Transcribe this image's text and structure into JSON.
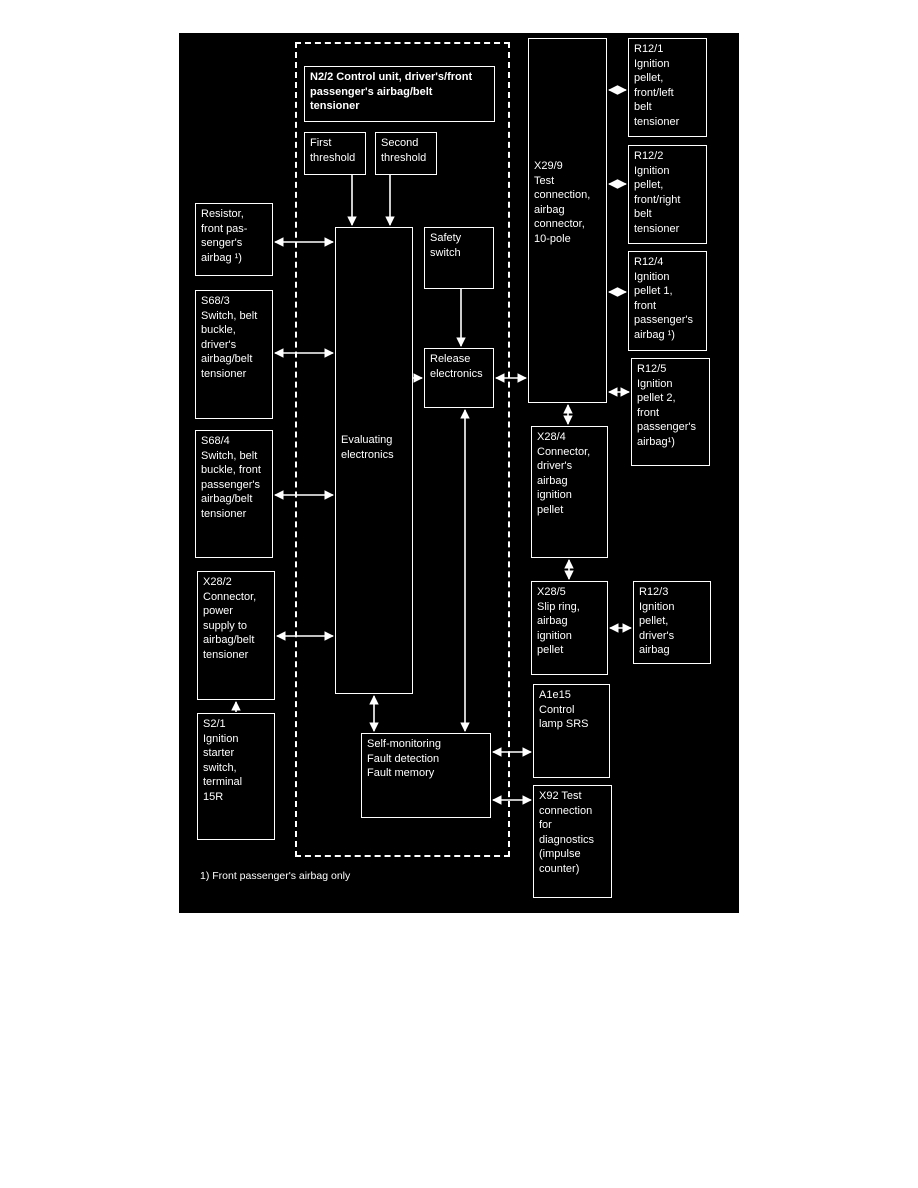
{
  "diagram": {
    "control_unit_title": "N2/2 Control unit, driver's/front\npassenger's airbag/belt\ntensioner",
    "first_threshold": "First\nthreshold",
    "second_threshold": "Second\nthreshold",
    "evaluating_electronics": "Evaluating\nelectronics",
    "safety_switch": "Safety\nswitch",
    "release_electronics": "Release\nelectronics",
    "self_monitoring": "Self-monitoring\nFault detection\nFault memory",
    "left_components": [
      "Resistor,\nfront pas-\nsenger's\nairbag ¹)",
      "S68/3\nSwitch, belt\nbuckle,\ndriver's\nairbag/belt\ntensioner",
      "S68/4\nSwitch, belt\nbuckle, front\npassenger's\nairbag/belt\ntensioner",
      "X28/2\nConnector,\npower\nsupply to\nairbag/belt\ntensioner",
      "S2/1\nIgnition\nstarter\nswitch,\nterminal\n15R"
    ],
    "test_connection": "X29/9\nTest\nconnection,\nairbag\nconnector,\n10-pole",
    "right_pellets": [
      "R12/1\nIgnition\npellet,\nfront/left\nbelt\ntensioner",
      "R12/2\nIgnition\npellet,\nfront/right\nbelt\ntensioner",
      "R12/4\nIgnition\npellet 1,\nfront\npassenger's\nairbag ¹)",
      "R12/5\nIgnition\npellet 2,\nfront\npassenger's\nairbag¹)"
    ],
    "x28_4": "X28/4\nConnector,\ndriver's\nairbag\nignition\npellet",
    "x28_5": "X28/5\nSlip ring,\nairbag\nignition\npellet",
    "r12_3": "R12/3\nIgnition\npellet,\ndriver's\nairbag",
    "a1e15": "A1e15\nControl\nlamp SRS",
    "x92": "X92 Test\nconnection\nfor\ndiagnostics\n(impulse\ncounter)",
    "footnote": "1) Front passenger's airbag only"
  }
}
